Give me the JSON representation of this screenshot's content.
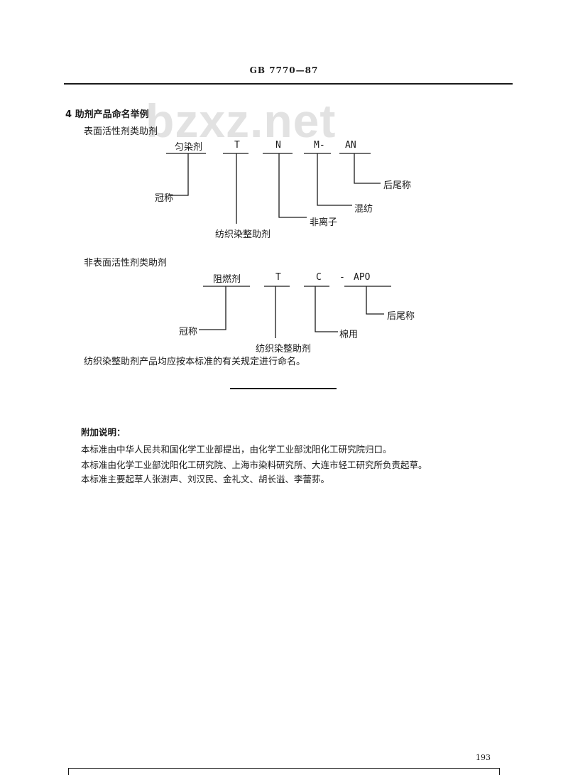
{
  "header": {
    "standard_no": "GB 7770—87"
  },
  "watermark": "bzxz.net",
  "section": {
    "heading": "4  助剂产品命名举例",
    "example1": {
      "title": "表面活性剂类助剂",
      "parts": [
        "匀染剂",
        "T",
        "N",
        "M-",
        "AN"
      ],
      "labels": [
        "冠称",
        "纺织染整助剂",
        "非离子",
        "混纺",
        "后尾称"
      ]
    },
    "example2": {
      "title": "非表面活性剂类助剂",
      "parts": [
        "阻燃剂",
        "T",
        "C",
        "-",
        "APO"
      ],
      "labels": [
        "冠称",
        "纺织染整助剂",
        "棉用",
        "后尾称"
      ]
    },
    "closing": "纺织染整助剂产品均应按本标准的有关规定进行命名。"
  },
  "appendix": {
    "title": "附加说明：",
    "lines": [
      "本标准由中华人民共和国化学工业部提出，由化学工业部沈阳化工研究院归口。",
      "本标准由化学工业部沈阳化工研究院、上海市染料研究所、大连市轻工研究所负责起草。",
      "本标准主要起草人张澍声、刘汉民、金礼文、胡长溢、李蕾荪。"
    ]
  },
  "footer": {
    "page_number": "193"
  }
}
